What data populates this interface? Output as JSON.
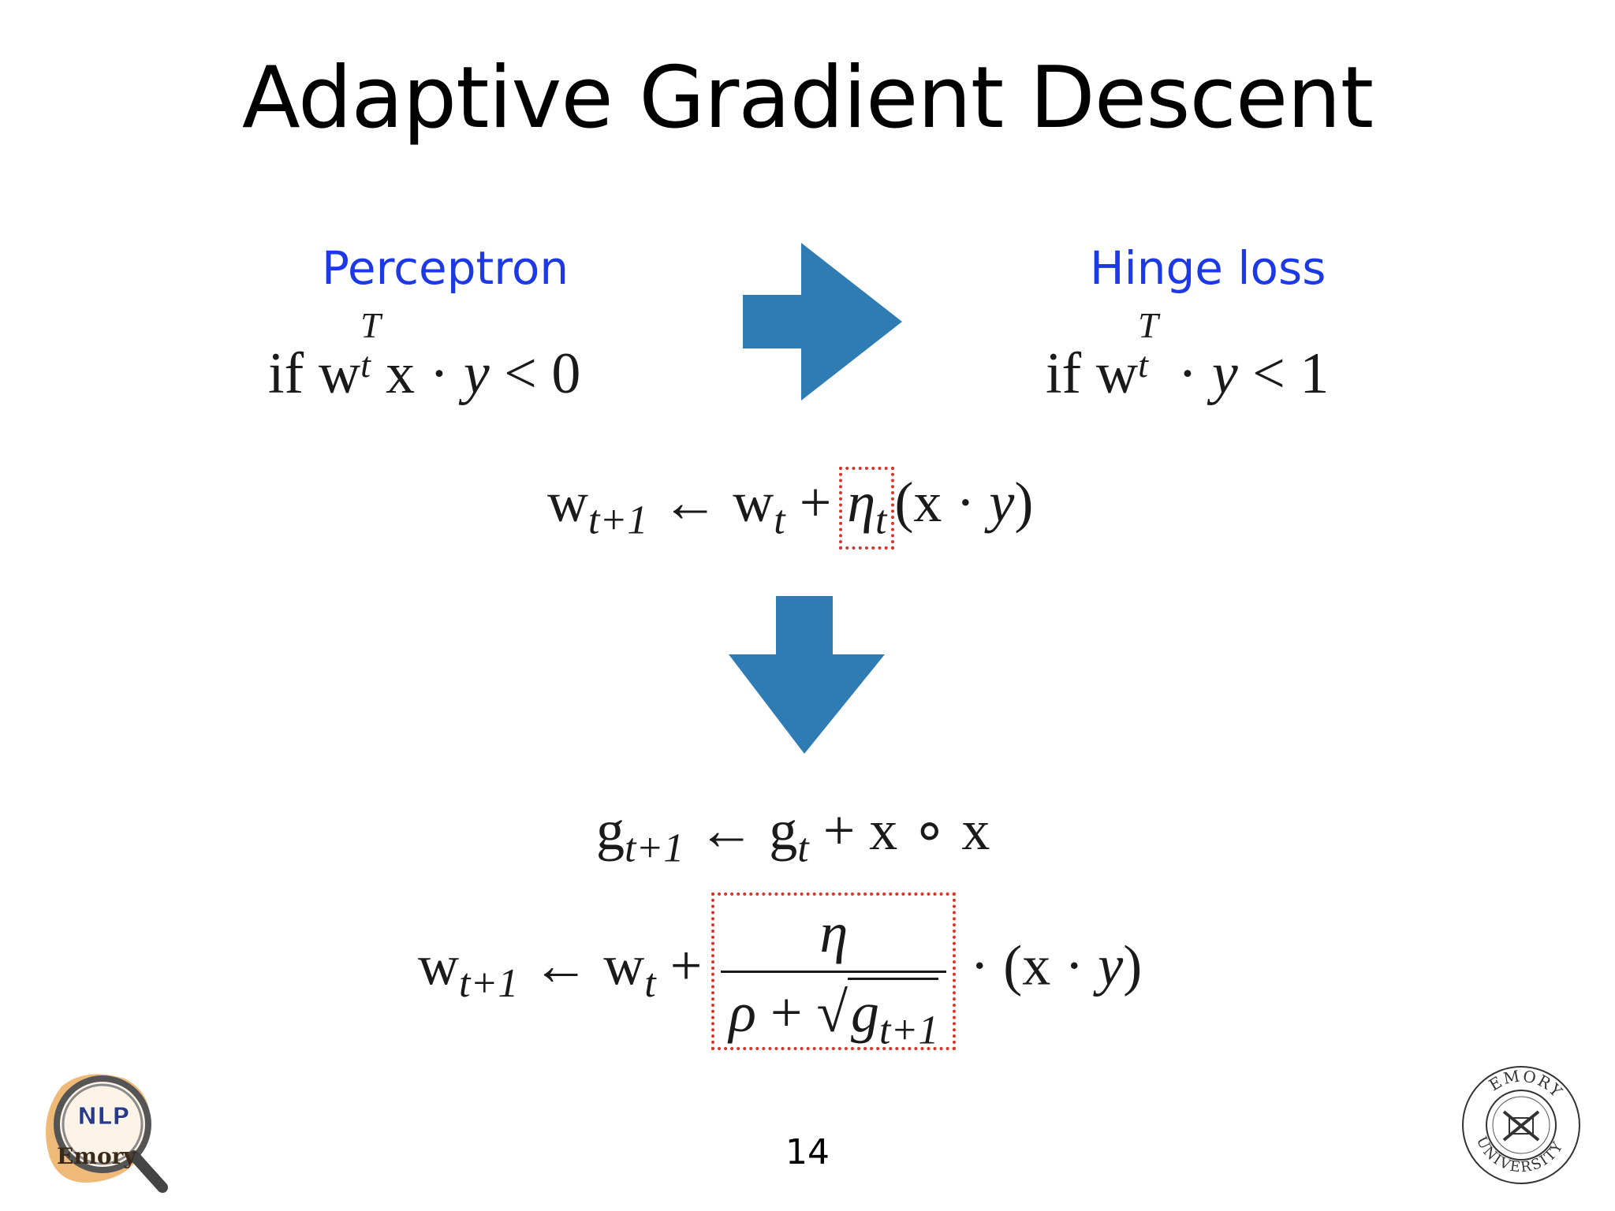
{
  "slide": {
    "title": "Adaptive Gradient Descent",
    "page_number": "14"
  },
  "perceptron": {
    "label": "Perceptron",
    "condition": {
      "if": "if",
      "w": "w",
      "sub": "t",
      "sup": "T",
      "rest_x": "x · ",
      "y": "y",
      "rhs": " < 0"
    }
  },
  "hinge": {
    "label": "Hinge loss",
    "condition": {
      "if": "if",
      "w": "w",
      "sub": "t",
      "sup": "T",
      "dot": " · ",
      "y": "y",
      "rhs": " < 1"
    }
  },
  "update1": {
    "lhs_w": "w",
    "lhs_sub": "t+1",
    "arrow": " ← ",
    "w": "w",
    "w_sub": "t",
    "plus": " +",
    "eta": "η",
    "eta_sub": "t",
    "tail_open": "(x · ",
    "y": "y",
    "tail_close": ")"
  },
  "update2": {
    "g_lhs": "g",
    "g_lhs_sub": "t+1",
    "arrow": " ← ",
    "g": "g",
    "g_sub": "t",
    "tail": " + x ∘ x"
  },
  "update3": {
    "lhs_w": "w",
    "lhs_sub": "t+1",
    "arrow": " ← ",
    "w": "w",
    "w_sub": "t",
    "plus": " +",
    "num": "η",
    "den_rho": "ρ",
    "den_plus": " + ",
    "sqrt_sym": "√",
    "den_g": "g",
    "den_g_sub": "t+1",
    "tail_open": "· (x · ",
    "y": "y",
    "tail_close": ")"
  },
  "logos": {
    "left": {
      "text_top": "NLP",
      "text_bottom": "Emory"
    },
    "right": {
      "ring_top": "EMORY",
      "ring_bottom": "UNIVERSITY"
    }
  },
  "colors": {
    "label_blue": "#1d39e6",
    "arrow_blue": "#2f7bb3",
    "highlight_red": "#d7352a"
  }
}
